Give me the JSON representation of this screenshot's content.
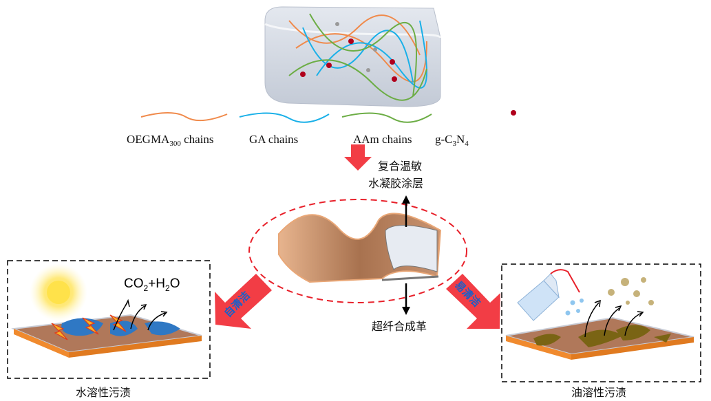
{
  "legend": [
    {
      "label": "OEGMA",
      "sub": "300",
      "suffix": " chains",
      "color": "#f08a4b"
    },
    {
      "label": "GA chains",
      "color": "#1ab0e8"
    },
    {
      "label": "AAm chains",
      "color": "#6cad45"
    },
    {
      "label": "g-C",
      "sub1": "3",
      "mid": "N",
      "sub2": "4",
      "color": "#b0001c"
    }
  ],
  "step_label": {
    "line1": "复合温敏",
    "line2": "水凝胶涂层"
  },
  "substrate_label": "超纤合成革",
  "left_panel": {
    "arrow_label": "自清洁",
    "formula": {
      "a": "CO",
      "a_sub": "2",
      "b": "+H",
      "b_sub": "2",
      "c": "O"
    },
    "caption": "水溶性污渍"
  },
  "right_panel": {
    "arrow_label": "易清洁",
    "caption": "油溶性污渍"
  },
  "colors": {
    "arrow_red": "#f23d45",
    "arrow_text_blue": "#1a5fc8",
    "leather": "#b0785a",
    "stain_blue": "#2f78c4",
    "stain_oil": "#7a6414",
    "dashed_ellipse": "#e8202a"
  }
}
